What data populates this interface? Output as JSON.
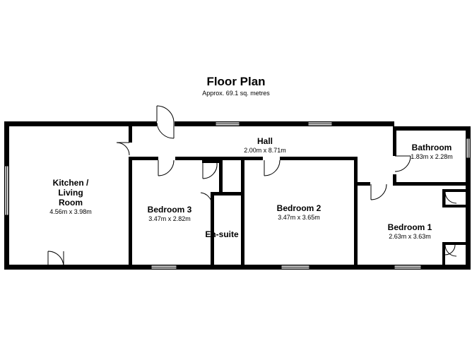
{
  "title": "Floor Plan",
  "subtitle": "Approx. 69.1 sq. metres",
  "rooms": {
    "kitchen": {
      "name": "Kitchen /\nLiving\nRoom",
      "dims": "4.56m x 3.98m"
    },
    "hall": {
      "name": "Hall",
      "dims": "2.00m x 8.71m"
    },
    "bathroom": {
      "name": "Bathroom",
      "dims": "1.83m x 2.28m"
    },
    "bedroom3": {
      "name": "Bedroom 3",
      "dims": "3.47m x 2.82m"
    },
    "ensuite": {
      "name": "En-suite",
      "dims": ""
    },
    "bedroom2": {
      "name": "Bedroom 2",
      "dims": "3.47m x 3.65m"
    },
    "bedroom1": {
      "name": "Bedroom 1",
      "dims": "2.63m x 3.63m"
    }
  },
  "colors": {
    "wall": "#000000",
    "background": "#ffffff"
  }
}
